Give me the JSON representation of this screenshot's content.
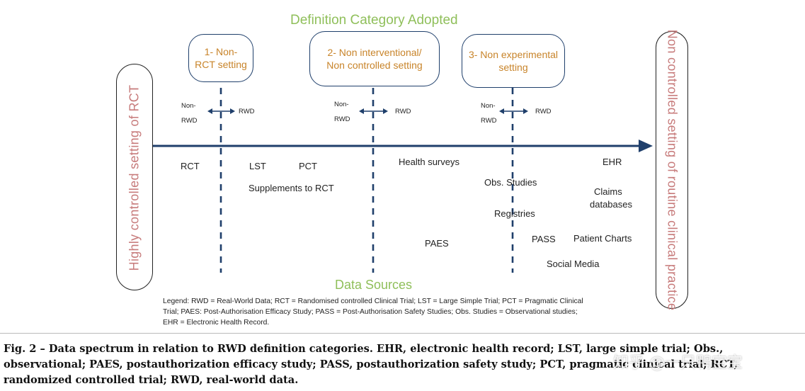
{
  "header": {
    "title": "Definition Category Adopted"
  },
  "categories": [
    {
      "label": "1- Non-RCT setting"
    },
    {
      "label": "2- Non interventional/ Non controlled setting"
    },
    {
      "label": "3- Non experimental setting"
    }
  ],
  "side_labels": {
    "left": "Highly controlled setting of RCT",
    "right": "Non controlled setting of routine clinical practice"
  },
  "divider_labels": {
    "non_rwd_1": "Non-",
    "non_rwd_2": "RWD",
    "rwd": "RWD"
  },
  "data_sources": {
    "rct": "RCT",
    "lst": "LST",
    "pct": "PCT",
    "supplements": "Supplements to RCT",
    "health_surveys": "Health surveys",
    "paes": "PAES",
    "obs_studies": "Obs. Studies",
    "registries": "Registries",
    "pass": "PASS",
    "social_media": "Social Media",
    "ehr": "EHR",
    "claims_1": "Claims",
    "claims_2": "databases",
    "patient_charts": "Patient Charts"
  },
  "footer_title": "Data Sources",
  "legend": {
    "line1": "Legend: RWD = Real-World Data; RCT = Randomised controlled Clinical Trial; LST = Large Simple Trial; PCT = Pragmatic Clinical",
    "line2": "Trial; PAES: Post-Authorisation Efficacy Study; PASS = Post-Authorisation Safety Studies; Obs. Studies = Observational studies;",
    "line3": "EHR = Electronic Health Record."
  },
  "caption": {
    "line1": "Fig. 2 – Data spectrum in relation to RWD definition categories. EHR, electronic health record; LST, large simple trial; Obs.,",
    "line2": "observational; PAES, postauthorization efficacy study; PASS, postauthorization safety study; PCT, pragmatic clinical trial; RCT,",
    "line3": "randomized controlled trial; RWD, real-world data."
  },
  "watermark": "知乎 @一只鸭宝宝",
  "colors": {
    "title_green": "#8fbf5a",
    "category_orange": "#c8842a",
    "axis_navy": "#1f3f6b",
    "side_text": "#c77b7b"
  }
}
